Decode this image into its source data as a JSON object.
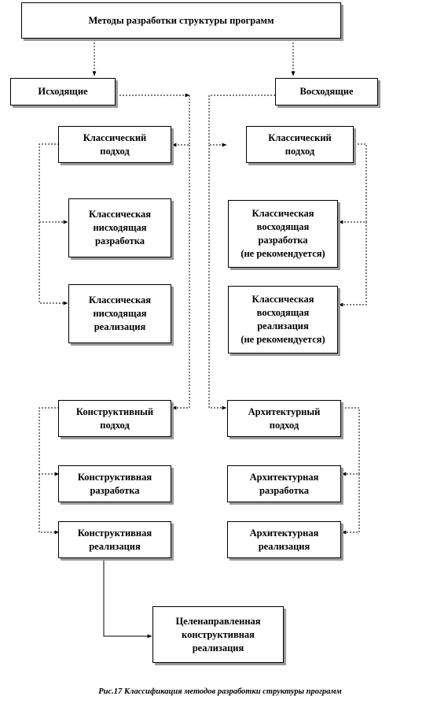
{
  "title": "Методы разработки структуры программ",
  "top_down": {
    "label": "Исходящие",
    "classic": {
      "label": "Классический\nподход",
      "items": [
        "Классическая\nнисходящая\nразработка",
        "Классическая\nнисходящая\nреализация"
      ]
    },
    "constructive": {
      "label": "Конструктивный\nподход",
      "items": [
        "Конструктивная\nразработка",
        "Конструктивная\nреализация"
      ]
    },
    "targeted": "Целенаправленная\nконструктивная\nреализация"
  },
  "bottom_up": {
    "label": "Восходящие",
    "classic": {
      "label": "Классический\nподход",
      "items": [
        "Классическая\nвосходящая\nразработка\n(не рекомендуется)",
        "Классическая\nвосходящая\nреализация\n(не рекомендуется)"
      ]
    },
    "architectural": {
      "label": "Архитектурный\nподход",
      "items": [
        "Архитектурная\nразработка",
        "Архитектурная\nреализация"
      ]
    }
  },
  "caption": "Рис.17 Классификация методов разработки структуры программ"
}
